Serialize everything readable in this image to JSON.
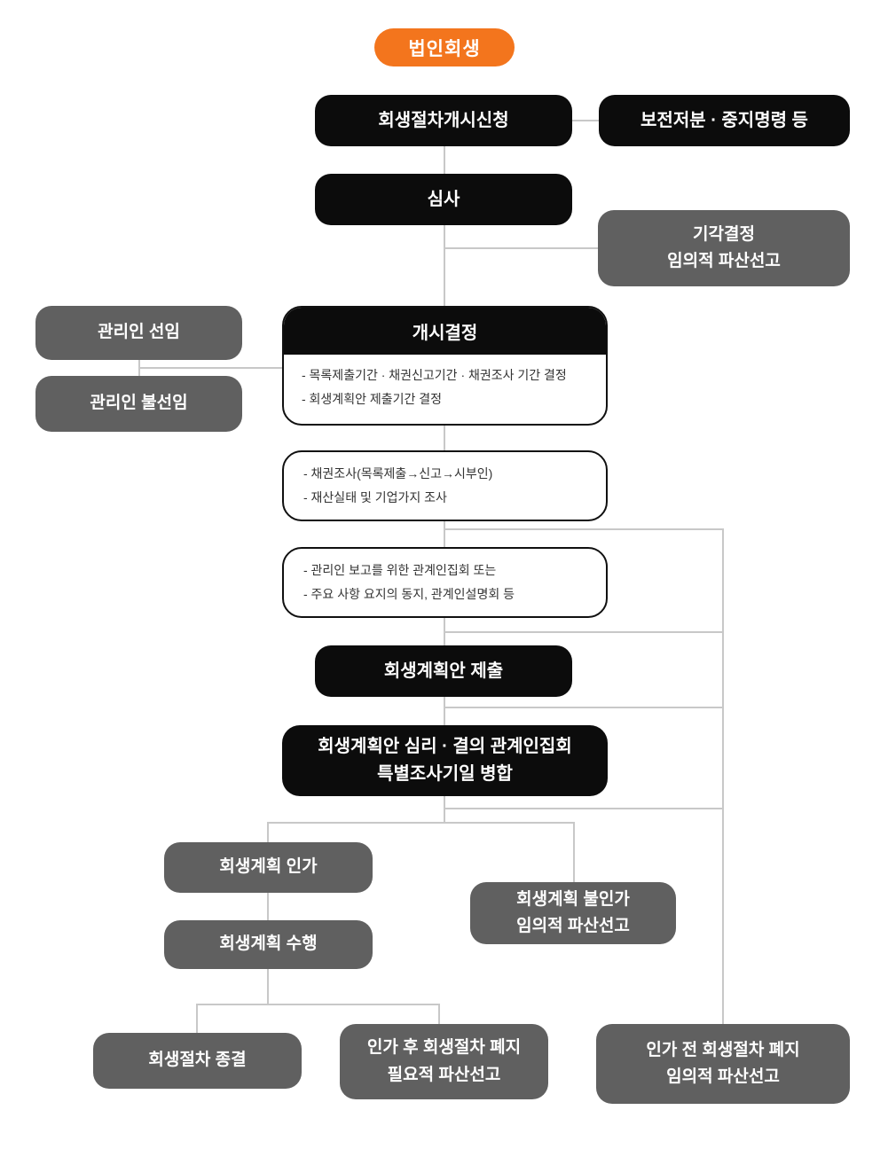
{
  "palette": {
    "orange": "#F3751D",
    "black": "#0C0C0C",
    "gray": "#606060",
    "line": "#C8C8C8",
    "detail_text": "#333333"
  },
  "title": "법인회생",
  "nodes": {
    "root": {
      "label": "법인회생"
    },
    "filing": {
      "label": "회생절차개시신청"
    },
    "preservation": {
      "label": "보전저분 · 중지명령 등"
    },
    "review": {
      "label": "심사"
    },
    "dismissal": {
      "label": "기각결정\n임의적 파산선고"
    },
    "manager_appointed": {
      "label": "관리인 선임"
    },
    "manager_not_appointed": {
      "label": "관리인 불선임"
    },
    "commencement": {
      "label": "개시결정",
      "lines": [
        "- 목록제출기간 · 채권신고기간 · 채권조사 기간 결정",
        "- 회생계획안 제출기간 결정"
      ]
    },
    "investigation": {
      "lines": [
        "- 채권조사(목록제출→신고→시부인)",
        "- 재산실태 및 기업가지 조사"
      ]
    },
    "report_meeting": {
      "lines": [
        "- 관리인 보고를 위한 관계인집회 또는",
        "- 주요 사항 요지의 동지, 관계인설명회 등"
      ]
    },
    "plan_submission": {
      "label": "회생계획안 제출"
    },
    "plan_assembly": {
      "label": "회생계획안 심리 · 결의 관계인집회\n특별조사기일 병합"
    },
    "plan_approval": {
      "label": "회생계획 인가"
    },
    "plan_disapproval": {
      "label": "회생계획 불인가\n임의적 파산선고"
    },
    "plan_execution": {
      "label": "회생계획 수행"
    },
    "procedure_closure": {
      "label": "회생절차 종결"
    },
    "post_approval_abolition": {
      "label": "인가 후 회생절차 폐지\n필요적 파산선고"
    },
    "pre_approval_abolition": {
      "label": "인가 전 회생절차 폐지\n임의적 파산선고"
    }
  }
}
